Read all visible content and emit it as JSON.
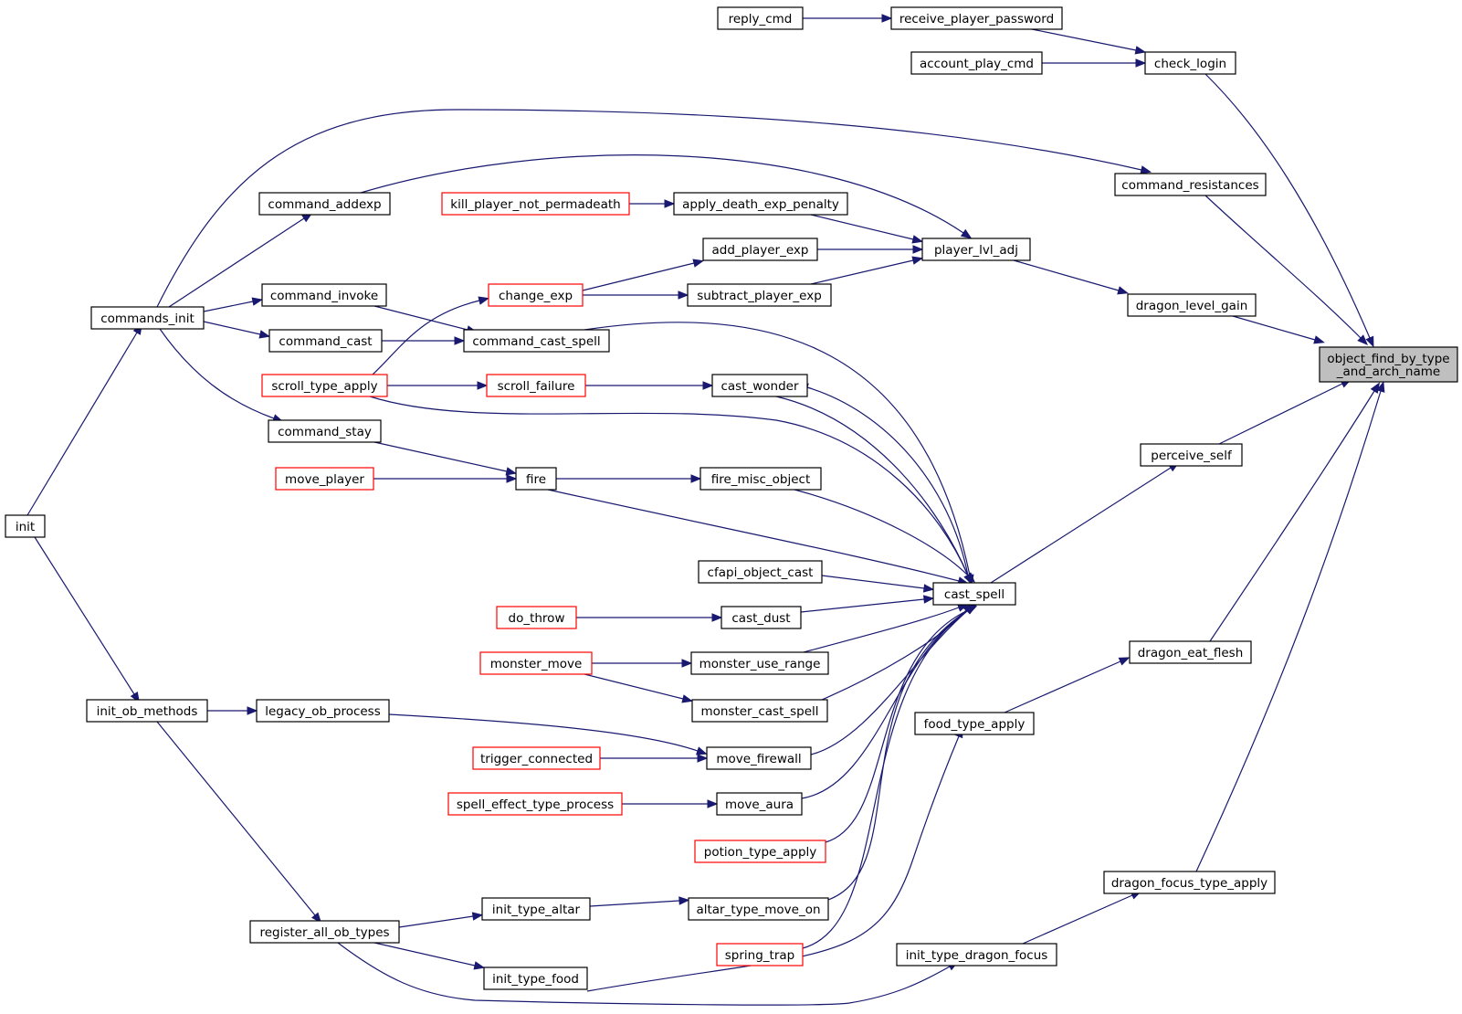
{
  "graph": {
    "type": "call-graph",
    "colors": {
      "edge": "#191970",
      "node_border": "#000000",
      "truncated_border": "#ff0000",
      "focus_fill": "#bfbfbf",
      "background": "#ffffff"
    },
    "nodes": [
      {
        "id": "object_find",
        "lines": [
          "object_find_by_type",
          "_and_arch_name"
        ],
        "style": "focus"
      },
      {
        "id": "reply_cmd",
        "lines": [
          "reply_cmd"
        ],
        "style": "normal"
      },
      {
        "id": "receive_player_password",
        "lines": [
          "receive_player_password"
        ],
        "style": "normal"
      },
      {
        "id": "account_play_cmd",
        "lines": [
          "account_play_cmd"
        ],
        "style": "normal"
      },
      {
        "id": "check_login",
        "lines": [
          "check_login"
        ],
        "style": "normal"
      },
      {
        "id": "command_resistances",
        "lines": [
          "command_resistances"
        ],
        "style": "normal"
      },
      {
        "id": "command_addexp",
        "lines": [
          "command_addexp"
        ],
        "style": "normal"
      },
      {
        "id": "kill_player_not_permadeath",
        "lines": [
          "kill_player_not_permadeath"
        ],
        "style": "truncated"
      },
      {
        "id": "apply_death_exp_penalty",
        "lines": [
          "apply_death_exp_penalty"
        ],
        "style": "normal"
      },
      {
        "id": "add_player_exp",
        "lines": [
          "add_player_exp"
        ],
        "style": "normal"
      },
      {
        "id": "player_lvl_adj",
        "lines": [
          "player_lvl_adj"
        ],
        "style": "normal"
      },
      {
        "id": "command_invoke",
        "lines": [
          "command_invoke"
        ],
        "style": "normal"
      },
      {
        "id": "change_exp",
        "lines": [
          "change_exp"
        ],
        "style": "truncated"
      },
      {
        "id": "subtract_player_exp",
        "lines": [
          "subtract_player_exp"
        ],
        "style": "normal"
      },
      {
        "id": "dragon_level_gain",
        "lines": [
          "dragon_level_gain"
        ],
        "style": "normal"
      },
      {
        "id": "commands_init",
        "lines": [
          "commands_init"
        ],
        "style": "normal"
      },
      {
        "id": "command_cast",
        "lines": [
          "command_cast"
        ],
        "style": "normal"
      },
      {
        "id": "command_cast_spell",
        "lines": [
          "command_cast_spell"
        ],
        "style": "normal"
      },
      {
        "id": "scroll_type_apply",
        "lines": [
          "scroll_type_apply"
        ],
        "style": "truncated"
      },
      {
        "id": "scroll_failure",
        "lines": [
          "scroll_failure"
        ],
        "style": "truncated"
      },
      {
        "id": "cast_wonder",
        "lines": [
          "cast_wonder"
        ],
        "style": "normal"
      },
      {
        "id": "command_stay",
        "lines": [
          "command_stay"
        ],
        "style": "normal"
      },
      {
        "id": "perceive_self",
        "lines": [
          "perceive_self"
        ],
        "style": "normal"
      },
      {
        "id": "move_player",
        "lines": [
          "move_player"
        ],
        "style": "truncated"
      },
      {
        "id": "fire",
        "lines": [
          "fire"
        ],
        "style": "normal"
      },
      {
        "id": "fire_misc_object",
        "lines": [
          "fire_misc_object"
        ],
        "style": "normal"
      },
      {
        "id": "init",
        "lines": [
          "init"
        ],
        "style": "normal"
      },
      {
        "id": "cfapi_object_cast",
        "lines": [
          "cfapi_object_cast"
        ],
        "style": "normal"
      },
      {
        "id": "cast_spell",
        "lines": [
          "cast_spell"
        ],
        "style": "normal"
      },
      {
        "id": "do_throw",
        "lines": [
          "do_throw"
        ],
        "style": "truncated"
      },
      {
        "id": "cast_dust",
        "lines": [
          "cast_dust"
        ],
        "style": "normal"
      },
      {
        "id": "dragon_eat_flesh",
        "lines": [
          "dragon_eat_flesh"
        ],
        "style": "normal"
      },
      {
        "id": "monster_move",
        "lines": [
          "monster_move"
        ],
        "style": "truncated"
      },
      {
        "id": "monster_use_range",
        "lines": [
          "monster_use_range"
        ],
        "style": "normal"
      },
      {
        "id": "init_ob_methods",
        "lines": [
          "init_ob_methods"
        ],
        "style": "normal"
      },
      {
        "id": "legacy_ob_process",
        "lines": [
          "legacy_ob_process"
        ],
        "style": "normal"
      },
      {
        "id": "monster_cast_spell",
        "lines": [
          "monster_cast_spell"
        ],
        "style": "normal"
      },
      {
        "id": "food_type_apply",
        "lines": [
          "food_type_apply"
        ],
        "style": "normal"
      },
      {
        "id": "trigger_connected",
        "lines": [
          "trigger_connected"
        ],
        "style": "truncated"
      },
      {
        "id": "move_firewall",
        "lines": [
          "move_firewall"
        ],
        "style": "normal"
      },
      {
        "id": "spell_effect_type_process",
        "lines": [
          "spell_effect_type_process"
        ],
        "style": "truncated"
      },
      {
        "id": "move_aura",
        "lines": [
          "move_aura"
        ],
        "style": "normal"
      },
      {
        "id": "potion_type_apply",
        "lines": [
          "potion_type_apply"
        ],
        "style": "truncated"
      },
      {
        "id": "dragon_focus_type_apply",
        "lines": [
          "dragon_focus_type_apply"
        ],
        "style": "normal"
      },
      {
        "id": "init_type_altar",
        "lines": [
          "init_type_altar"
        ],
        "style": "normal"
      },
      {
        "id": "altar_type_move_on",
        "lines": [
          "altar_type_move_on"
        ],
        "style": "normal"
      },
      {
        "id": "register_all_ob_types",
        "lines": [
          "register_all_ob_types"
        ],
        "style": "normal"
      },
      {
        "id": "spring_trap",
        "lines": [
          "spring_trap"
        ],
        "style": "truncated"
      },
      {
        "id": "init_type_dragon_focus",
        "lines": [
          "init_type_dragon_focus"
        ],
        "style": "normal"
      },
      {
        "id": "init_type_food",
        "lines": [
          "init_type_food"
        ],
        "style": "normal"
      }
    ],
    "edges": [
      {
        "from": "reply_cmd",
        "to": "receive_player_password"
      },
      {
        "from": "receive_player_password",
        "to": "check_login"
      },
      {
        "from": "account_play_cmd",
        "to": "check_login"
      },
      {
        "from": "check_login",
        "to": "object_find"
      },
      {
        "from": "command_resistances",
        "to": "object_find"
      },
      {
        "from": "dragon_level_gain",
        "to": "object_find"
      },
      {
        "from": "perceive_self",
        "to": "object_find"
      },
      {
        "from": "dragon_eat_flesh",
        "to": "object_find"
      },
      {
        "from": "dragon_focus_type_apply",
        "to": "object_find"
      },
      {
        "from": "player_lvl_adj",
        "to": "dragon_level_gain"
      },
      {
        "from": "command_addexp",
        "to": "player_lvl_adj"
      },
      {
        "from": "apply_death_exp_penalty",
        "to": "player_lvl_adj"
      },
      {
        "from": "add_player_exp",
        "to": "player_lvl_adj"
      },
      {
        "from": "subtract_player_exp",
        "to": "player_lvl_adj"
      },
      {
        "from": "kill_player_not_permadeath",
        "to": "apply_death_exp_penalty"
      },
      {
        "from": "change_exp",
        "to": "add_player_exp"
      },
      {
        "from": "change_exp",
        "to": "subtract_player_exp"
      },
      {
        "from": "scroll_type_apply",
        "to": "change_exp"
      },
      {
        "from": "scroll_type_apply",
        "to": "scroll_failure"
      },
      {
        "from": "scroll_failure",
        "to": "cast_wonder"
      },
      {
        "from": "commands_init",
        "to": "command_resistances"
      },
      {
        "from": "commands_init",
        "to": "command_addexp"
      },
      {
        "from": "commands_init",
        "to": "command_invoke"
      },
      {
        "from": "commands_init",
        "to": "command_cast"
      },
      {
        "from": "commands_init",
        "to": "command_stay"
      },
      {
        "from": "command_invoke",
        "to": "command_cast_spell"
      },
      {
        "from": "command_cast",
        "to": "command_cast_spell"
      },
      {
        "from": "command_cast_spell",
        "to": "cast_spell"
      },
      {
        "from": "scroll_type_apply",
        "to": "cast_spell"
      },
      {
        "from": "cast_wonder",
        "to": "cast_spell"
      },
      {
        "from": "cast_spell",
        "to": "cast_wonder"
      },
      {
        "from": "cast_spell",
        "to": "perceive_self"
      },
      {
        "from": "command_stay",
        "to": "fire"
      },
      {
        "from": "move_player",
        "to": "fire"
      },
      {
        "from": "fire",
        "to": "fire_misc_object"
      },
      {
        "from": "fire",
        "to": "cast_spell"
      },
      {
        "from": "fire_misc_object",
        "to": "cast_spell"
      },
      {
        "from": "cfapi_object_cast",
        "to": "cast_spell"
      },
      {
        "from": "do_throw",
        "to": "cast_dust"
      },
      {
        "from": "cast_dust",
        "to": "cast_spell"
      },
      {
        "from": "monster_move",
        "to": "monster_use_range"
      },
      {
        "from": "monster_move",
        "to": "monster_cast_spell"
      },
      {
        "from": "monster_use_range",
        "to": "cast_spell"
      },
      {
        "from": "monster_cast_spell",
        "to": "cast_spell"
      },
      {
        "from": "init",
        "to": "commands_init"
      },
      {
        "from": "init",
        "to": "init_ob_methods"
      },
      {
        "from": "init_ob_methods",
        "to": "legacy_ob_process"
      },
      {
        "from": "init_ob_methods",
        "to": "register_all_ob_types"
      },
      {
        "from": "legacy_ob_process",
        "to": "move_firewall"
      },
      {
        "from": "trigger_connected",
        "to": "move_firewall"
      },
      {
        "from": "move_firewall",
        "to": "cast_spell"
      },
      {
        "from": "spell_effect_type_process",
        "to": "move_aura"
      },
      {
        "from": "move_aura",
        "to": "cast_spell"
      },
      {
        "from": "potion_type_apply",
        "to": "cast_spell"
      },
      {
        "from": "food_type_apply",
        "to": "dragon_eat_flesh"
      },
      {
        "from": "dragon_focus_type_apply_src",
        "to": "dragon_focus_type_apply"
      },
      {
        "from": "init_type_dragon_focus",
        "to": "dragon_focus_type_apply"
      },
      {
        "from": "register_all_ob_types",
        "to": "init_type_altar"
      },
      {
        "from": "register_all_ob_types",
        "to": "init_type_food"
      },
      {
        "from": "register_all_ob_types",
        "to": "init_type_dragon_focus"
      },
      {
        "from": "init_type_altar",
        "to": "altar_type_move_on"
      },
      {
        "from": "altar_type_move_on",
        "to": "cast_spell"
      },
      {
        "from": "spring_trap",
        "to": "cast_spell"
      },
      {
        "from": "init_type_food",
        "to": "food_type_apply"
      }
    ]
  }
}
